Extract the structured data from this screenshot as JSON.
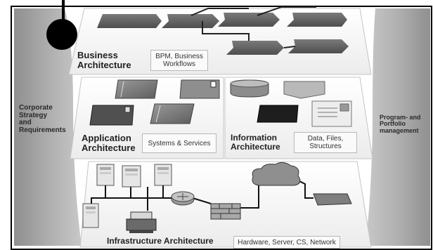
{
  "left_pillar": {
    "lines": [
      "Corporate",
      "Strategy",
      "and",
      "Requirements"
    ]
  },
  "right_pillar": {
    "lines": [
      "Program- and",
      "Portfolio",
      "management"
    ]
  },
  "layers": {
    "business": {
      "title_lines": [
        "Business",
        "Architecture"
      ],
      "detail_lines": [
        "BPM, Business",
        "Workflows"
      ]
    },
    "application": {
      "title_lines": [
        "Application",
        "Architecture"
      ],
      "detail": "Systems & Services"
    },
    "information": {
      "title_lines": [
        "Information",
        "Architecture"
      ],
      "detail_lines": [
        "Data, Files,",
        "Structures"
      ]
    },
    "infrastructure": {
      "title": "Infrastructure Architecture",
      "detail": "Hardware, Server, CS, Network"
    }
  },
  "colors": {
    "pillar": "#a9a9a9",
    "layer_fill": "#f3f3f3",
    "layer_border": "#c4c4c4",
    "icon_dark": "#555555",
    "icon_mid": "#8a8a8a",
    "frame": "#000000"
  },
  "icons": [
    "process-chevron-icon",
    "document-stack-icon",
    "folder-icon",
    "database-icon",
    "envelope-icon",
    "server-tower-icon",
    "router-icon",
    "firewall-icon",
    "cloud-icon",
    "printer-icon"
  ]
}
